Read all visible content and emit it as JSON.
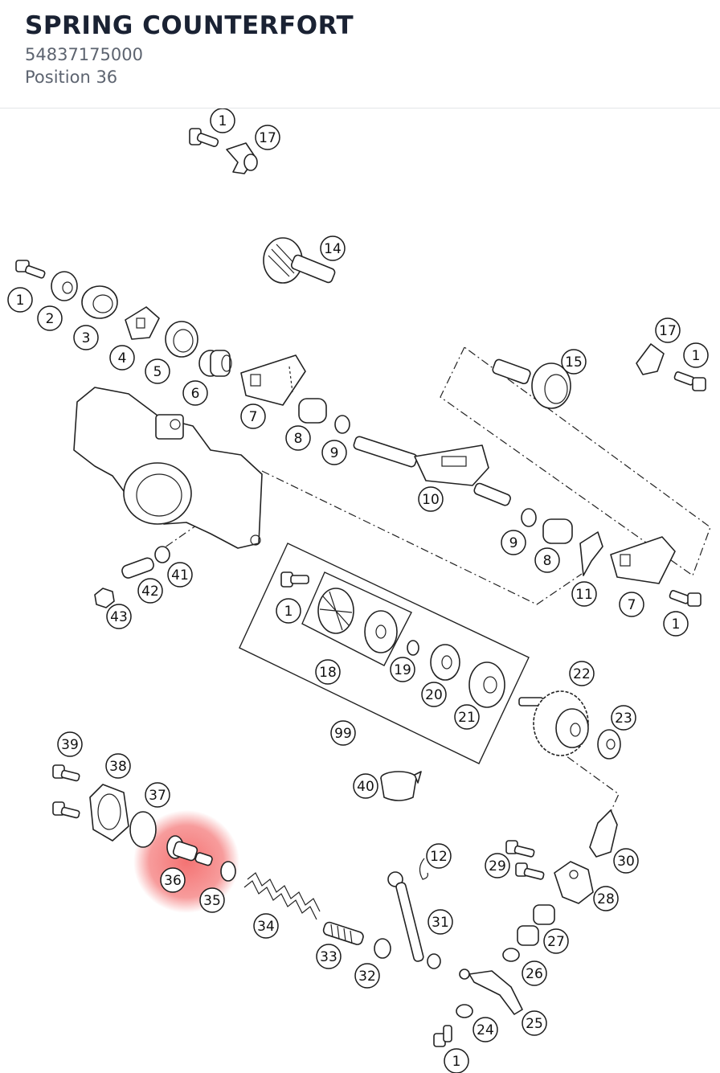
{
  "header": {
    "title": "SPRING COUNTERFORT",
    "part_number": "54837175000",
    "position": "Position 36"
  },
  "highlight": {
    "position_label": "36",
    "color": "#f25a5a"
  },
  "callouts": [
    {
      "id": "c1a",
      "label": "1"
    },
    {
      "id": "c17a",
      "label": "17"
    },
    {
      "id": "c14",
      "label": "14"
    },
    {
      "id": "c1b",
      "label": "1"
    },
    {
      "id": "c2",
      "label": "2"
    },
    {
      "id": "c3",
      "label": "3"
    },
    {
      "id": "c4",
      "label": "4"
    },
    {
      "id": "c5",
      "label": "5"
    },
    {
      "id": "c6",
      "label": "6"
    },
    {
      "id": "c7a",
      "label": "7"
    },
    {
      "id": "c8a",
      "label": "8"
    },
    {
      "id": "c9a",
      "label": "9"
    },
    {
      "id": "c17b",
      "label": "17"
    },
    {
      "id": "c1c",
      "label": "1"
    },
    {
      "id": "c15",
      "label": "15"
    },
    {
      "id": "c10",
      "label": "10"
    },
    {
      "id": "c9b",
      "label": "9"
    },
    {
      "id": "c8b",
      "label": "8"
    },
    {
      "id": "c11",
      "label": "11"
    },
    {
      "id": "c7b",
      "label": "7"
    },
    {
      "id": "c1d",
      "label": "1"
    },
    {
      "id": "c41",
      "label": "41"
    },
    {
      "id": "c42",
      "label": "42"
    },
    {
      "id": "c43",
      "label": "43"
    },
    {
      "id": "c1e",
      "label": "1"
    },
    {
      "id": "c18",
      "label": "18"
    },
    {
      "id": "c19",
      "label": "19"
    },
    {
      "id": "c20",
      "label": "20"
    },
    {
      "id": "c21",
      "label": "21"
    },
    {
      "id": "c99",
      "label": "99"
    },
    {
      "id": "c22",
      "label": "22"
    },
    {
      "id": "c23",
      "label": "23"
    },
    {
      "id": "c39",
      "label": "39"
    },
    {
      "id": "c38",
      "label": "38"
    },
    {
      "id": "c37",
      "label": "37"
    },
    {
      "id": "c36",
      "label": "36"
    },
    {
      "id": "c35",
      "label": "35"
    },
    {
      "id": "c40",
      "label": "40"
    },
    {
      "id": "c34",
      "label": "34"
    },
    {
      "id": "c33",
      "label": "33"
    },
    {
      "id": "c32",
      "label": "32"
    },
    {
      "id": "c12",
      "label": "12"
    },
    {
      "id": "c31",
      "label": "31"
    },
    {
      "id": "c29",
      "label": "29"
    },
    {
      "id": "c30",
      "label": "30"
    },
    {
      "id": "c28",
      "label": "28"
    },
    {
      "id": "c27",
      "label": "27"
    },
    {
      "id": "c26",
      "label": "26"
    },
    {
      "id": "c25",
      "label": "25"
    },
    {
      "id": "c24",
      "label": "24"
    },
    {
      "id": "c1f",
      "label": "1"
    }
  ]
}
